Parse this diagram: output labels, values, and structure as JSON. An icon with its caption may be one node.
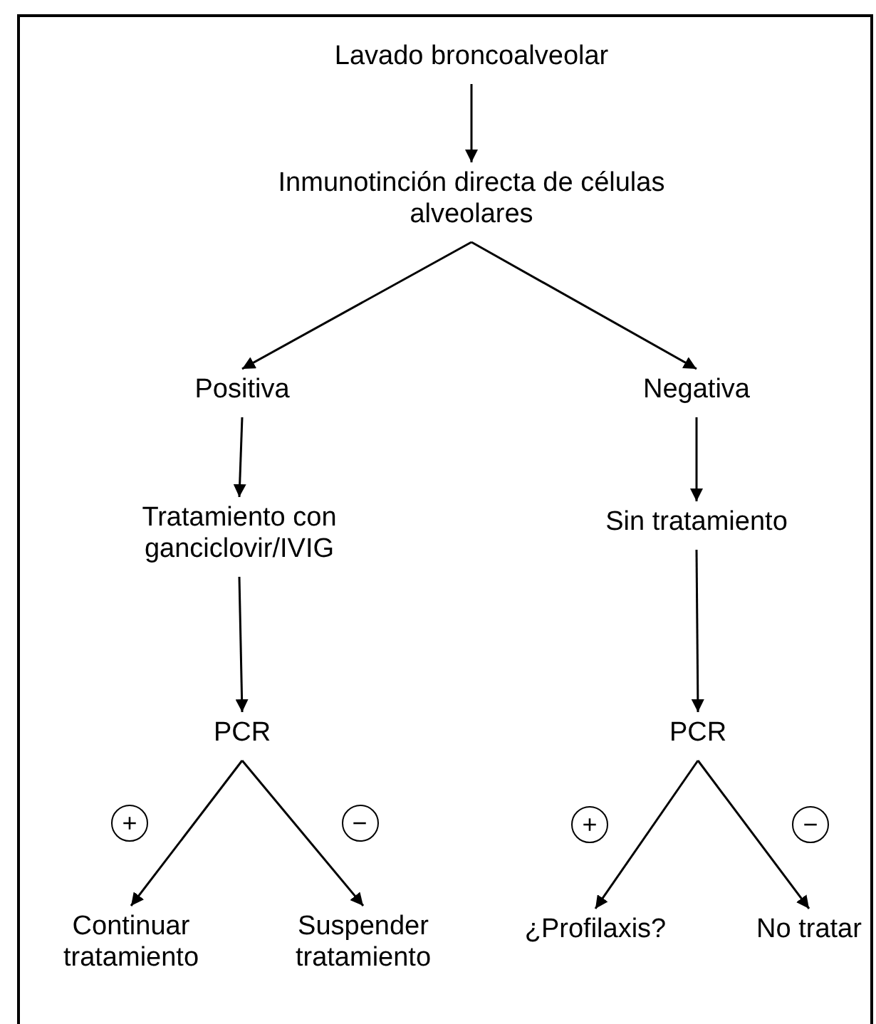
{
  "diagram": {
    "nodes": [
      {
        "text": [
          "Lavado broncoalveolar"
        ]
      },
      {
        "text": [
          "Inmunotinción directa de células alveolares"
        ]
      },
      {
        "text": [
          "Positiva"
        ]
      },
      {
        "text": [
          "Negativa"
        ]
      },
      {
        "text": [
          "Tratamiento con ganciclovir/IVIG"
        ]
      },
      {
        "text": [
          "Sin tratamiento"
        ]
      },
      {
        "text": [
          "PCR"
        ]
      },
      {
        "text": [
          "PCR"
        ]
      },
      {
        "text": [
          "Continuar tratamiento"
        ]
      },
      {
        "text": [
          "Suspender tratamiento"
        ]
      },
      {
        "text": [
          "¿Profilaxis?"
        ]
      },
      {
        "text": [
          "No tratar"
        ]
      }
    ],
    "edges": [
      {
        "from": 0,
        "to": 1,
        "arrow": "to"
      },
      {
        "from": 1,
        "to": 2,
        "arrow": "to"
      },
      {
        "from": 1,
        "to": 3,
        "arrow": "to"
      },
      {
        "from": 2,
        "to": 4,
        "arrow": "to"
      },
      {
        "from": 3,
        "to": 5,
        "arrow": "to"
      },
      {
        "from": 4,
        "to": 6,
        "arrow": "to"
      },
      {
        "from": 5,
        "to": 7,
        "arrow": "to"
      },
      {
        "from": 6,
        "to": 8,
        "label": "+",
        "arrow": "to"
      },
      {
        "from": 6,
        "to": 9,
        "label": "−",
        "arrow": "to"
      },
      {
        "from": 7,
        "to": 10,
        "label": "+",
        "arrow": "to"
      },
      {
        "from": 7,
        "to": 11,
        "label": "−",
        "arrow": "to"
      }
    ]
  }
}
